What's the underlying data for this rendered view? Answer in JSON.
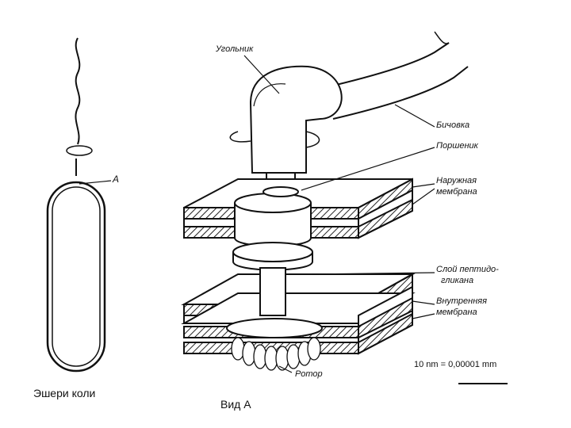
{
  "labels": {
    "coupling": "Угольник",
    "hook": "Бичовка",
    "piston": "Поршеник",
    "outer_membrane_1": "Наружная",
    "outer_membrane_2": "мембрана",
    "peptido_1": "Слой пептидо-",
    "peptido_2": "гликана",
    "inner_membrane_1": "Внутренняя",
    "inner_membrane_2": "мембрана",
    "rotor": "Ротор",
    "point_a": "А",
    "scale": "10 nm = 0,00001 mm",
    "ecoli_caption": "Эшери коли",
    "view_caption": "Вид А"
  },
  "colors": {
    "ink": "#111111",
    "hatch": "#333333",
    "paper": "#ffffff"
  }
}
